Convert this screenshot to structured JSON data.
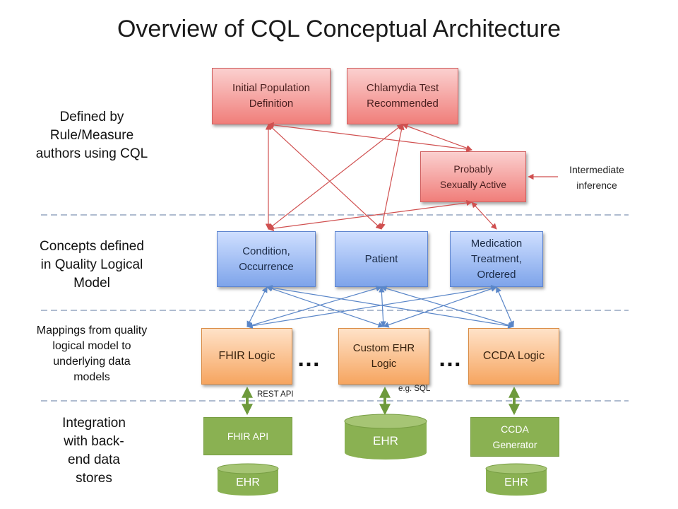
{
  "title": "Overview of CQL Conceptual Architecture",
  "layers": {
    "rule_authors": "Defined by\nRule/Measure\nauthors using CQL",
    "concepts": "Concepts defined\nin Quality Logical\nModel",
    "mappings": "Mappings from quality\nlogical model to\nunderlying data\nmodels",
    "integration": "Integration\nwith back-\nend data\nstores"
  },
  "rule_boxes": {
    "initial_population": "Initial Population\nDefinition",
    "chlamydia_test": "Chlamydia  Test\nRecommended",
    "probably_active": "Probably\nSexually Active"
  },
  "intermediate_note": "Intermediate\ninference",
  "concept_boxes": {
    "condition": "Condition,\nOccurrence",
    "patient": "Patient",
    "medication": "Medication\nTreatment,\nOrdered"
  },
  "logic_boxes": {
    "fhir": "FHIR Logic",
    "custom_ehr": "Custom EHR\nLogic",
    "ccda": "CCDA Logic"
  },
  "ellipsis": "…",
  "interfaces": {
    "rest_api": "REST API",
    "sql": "e.g. SQL"
  },
  "stores": {
    "fhir_api": "FHIR API",
    "ehr_center": "EHR",
    "ccda_generator": "CCDA\nGenerator",
    "ehr_left": "EHR",
    "ehr_right": "EHR"
  },
  "colors": {
    "rule_arrow": "#d05050",
    "concept_arrow": "#5a86c8",
    "data_arrow": "#6e9a3c",
    "divider": "#7f95b4",
    "store_green": "#8ab152"
  }
}
